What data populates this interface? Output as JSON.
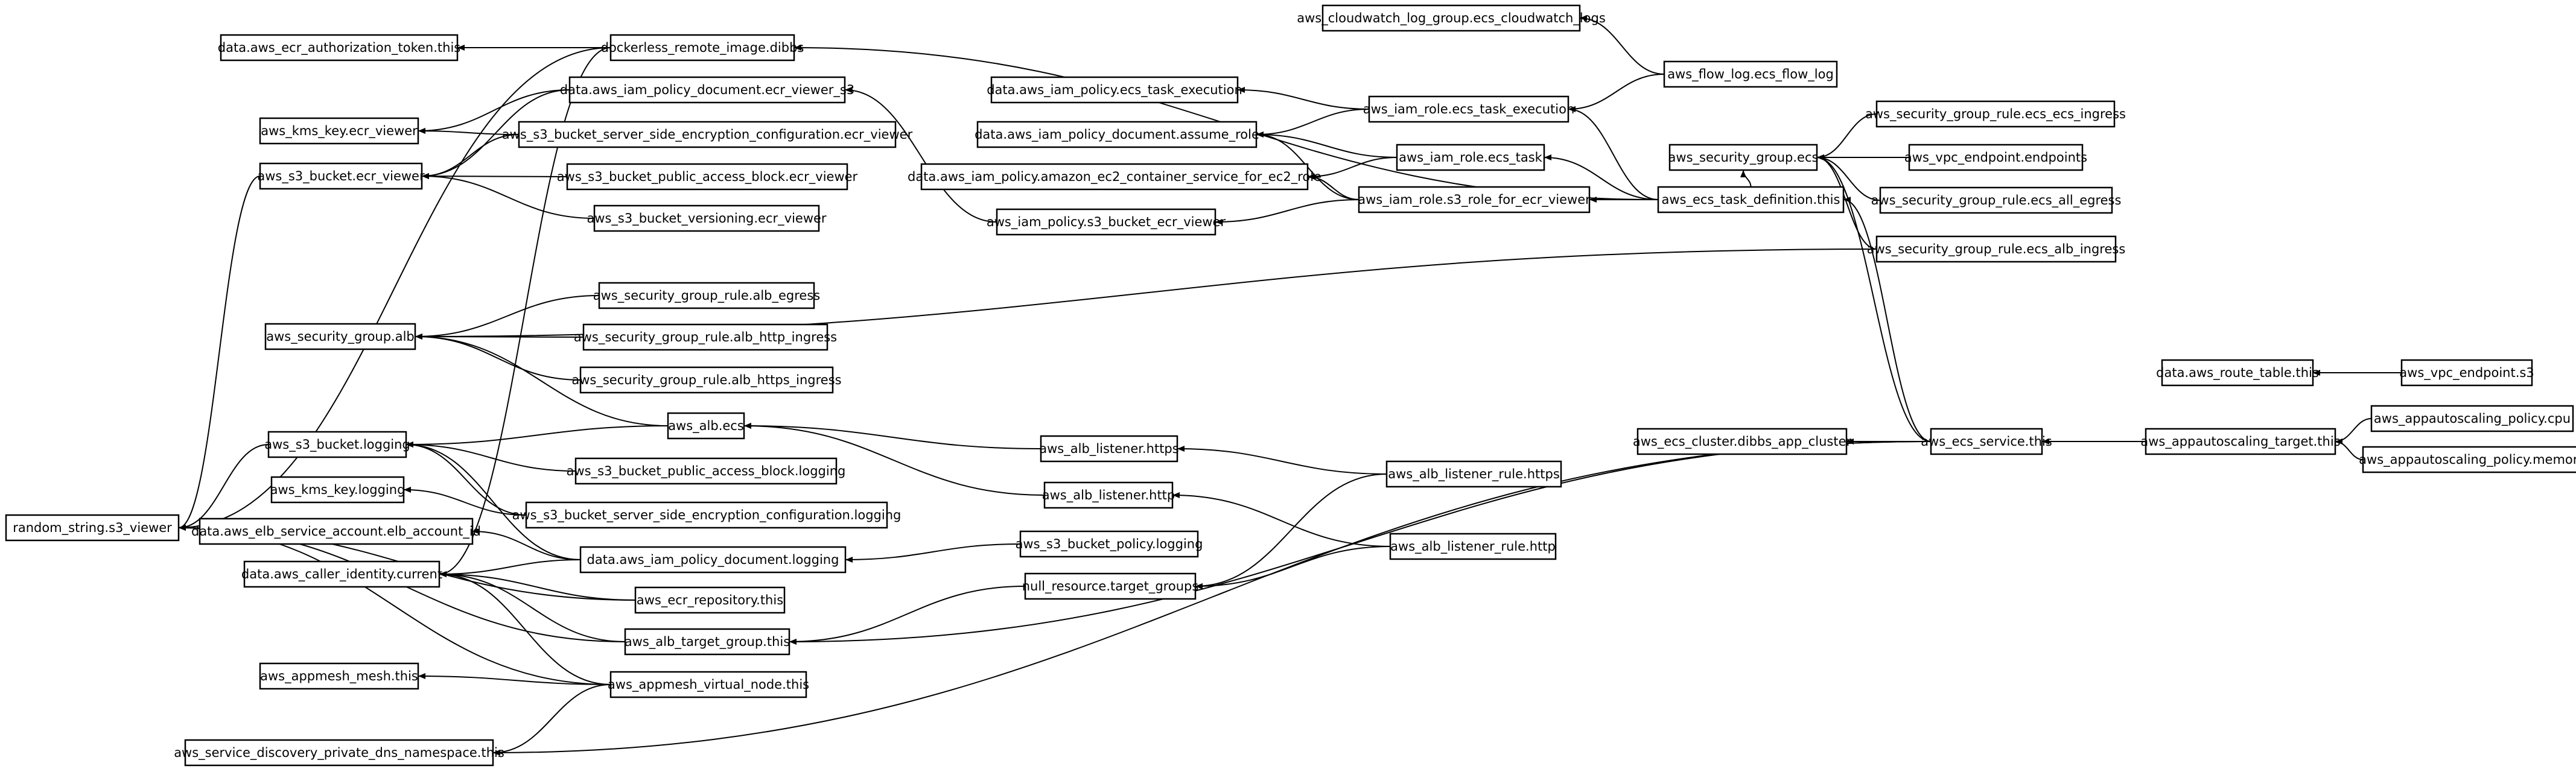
{
  "nodes": [
    {
      "id": "ecr_auth",
      "label": "data.aws_ecr_authorization_token.this"
    },
    {
      "id": "kms_ecr",
      "label": "aws_kms_key.ecr_viewer"
    },
    {
      "id": "s3_ecr",
      "label": "aws_s3_bucket.ecr_viewer"
    },
    {
      "id": "sg_alb",
      "label": "aws_security_group.alb"
    },
    {
      "id": "s3_logging",
      "label": "aws_s3_bucket.logging"
    },
    {
      "id": "kms_logging",
      "label": "aws_kms_key.logging"
    },
    {
      "id": "random_str",
      "label": "random_string.s3_viewer"
    },
    {
      "id": "elb_acct",
      "label": "data.aws_elb_service_account.elb_account_id"
    },
    {
      "id": "caller_id",
      "label": "data.aws_caller_identity.current"
    },
    {
      "id": "mesh",
      "label": "aws_appmesh_mesh.this"
    },
    {
      "id": "sd_ns",
      "label": "aws_service_discovery_private_dns_namespace.this"
    },
    {
      "id": "docker_img",
      "label": "dockerless_remote_image.dibbs"
    },
    {
      "id": "iam_doc_ecr",
      "label": "data.aws_iam_policy_document.ecr_viewer_s3"
    },
    {
      "id": "s3_sse_ecr",
      "label": "aws_s3_bucket_server_side_encryption_configuration.ecr_viewer"
    },
    {
      "id": "s3_pab_ecr",
      "label": "aws_s3_bucket_public_access_block.ecr_viewer"
    },
    {
      "id": "s3_ver_ecr",
      "label": "aws_s3_bucket_versioning.ecr_viewer"
    },
    {
      "id": "sgr_alb_egress",
      "label": "aws_security_group_rule.alb_egress"
    },
    {
      "id": "sgr_alb_http",
      "label": "aws_security_group_rule.alb_http_ingress"
    },
    {
      "id": "sgr_alb_https",
      "label": "aws_security_group_rule.alb_https_ingress"
    },
    {
      "id": "alb_ecs",
      "label": "aws_alb.ecs"
    },
    {
      "id": "s3_pab_logging",
      "label": "aws_s3_bucket_public_access_block.logging"
    },
    {
      "id": "s3_sse_logging",
      "label": "aws_s3_bucket_server_side_encryption_configuration.logging"
    },
    {
      "id": "iam_doc_logging",
      "label": "data.aws_iam_policy_document.logging"
    },
    {
      "id": "ecr_repo",
      "label": "aws_ecr_repository.this"
    },
    {
      "id": "alb_tg",
      "label": "aws_alb_target_group.this"
    },
    {
      "id": "vnode",
      "label": "aws_appmesh_virtual_node.this"
    },
    {
      "id": "iam_pol_ecs_exec",
      "label": "data.aws_iam_policy.ecs_task_execution"
    },
    {
      "id": "assume_role",
      "label": "data.aws_iam_policy_document.assume_role"
    },
    {
      "id": "ec2_role_pol",
      "label": "data.aws_iam_policy.amazon_ec2_container_service_for_ec2_role"
    },
    {
      "id": "iam_pol_s3",
      "label": "aws_iam_policy.s3_bucket_ecr_viewer"
    },
    {
      "id": "listener_https",
      "label": "aws_alb_listener.https"
    },
    {
      "id": "listener_http",
      "label": "aws_alb_listener.http"
    },
    {
      "id": "s3_policy_logging",
      "label": "aws_s3_bucket_policy.logging"
    },
    {
      "id": "null_tg",
      "label": "null_resource.target_groups"
    },
    {
      "id": "cw_log",
      "label": "aws_cloudwatch_log_group.ecs_cloudwatch_logs"
    },
    {
      "id": "role_exec",
      "label": "aws_iam_role.ecs_task_execution"
    },
    {
      "id": "role_task",
      "label": "aws_iam_role.ecs_task"
    },
    {
      "id": "role_s3",
      "label": "aws_iam_role.s3_role_for_ecr_viewer"
    },
    {
      "id": "rule_https",
      "label": "aws_alb_listener_rule.https"
    },
    {
      "id": "rule_http",
      "label": "aws_alb_listener_rule.http"
    },
    {
      "id": "flow_log",
      "label": "aws_flow_log.ecs_flow_log"
    },
    {
      "id": "task_def",
      "label": "aws_ecs_task_definition.this"
    },
    {
      "id": "cluster",
      "label": "aws_ecs_cluster.dibbs_app_cluster"
    },
    {
      "id": "sg_ecs",
      "label": "aws_security_group.ecs"
    },
    {
      "id": "ecs_service",
      "label": "aws_ecs_service.this"
    },
    {
      "id": "sgr_ecs_ingress",
      "label": "aws_security_group_rule.ecs_ecs_ingress"
    },
    {
      "id": "vpce_endpoints",
      "label": "aws_vpc_endpoint.endpoints"
    },
    {
      "id": "sgr_ecs_egress",
      "label": "aws_security_group_rule.ecs_all_egress"
    },
    {
      "id": "sgr_ecs_alb",
      "label": "aws_security_group_rule.ecs_alb_ingress"
    },
    {
      "id": "route_table",
      "label": "data.aws_route_table.this"
    },
    {
      "id": "vpce_s3",
      "label": "aws_vpc_endpoint.s3"
    },
    {
      "id": "as_target",
      "label": "aws_appautoscaling_target.this"
    },
    {
      "id": "as_cpu",
      "label": "aws_appautoscaling_policy.cpu"
    },
    {
      "id": "as_mem",
      "label": "aws_appautoscaling_policy.memory"
    }
  ],
  "edges": [
    [
      "docker_img",
      "ecr_auth"
    ],
    [
      "docker_img",
      "random_str"
    ],
    [
      "docker_img",
      "caller_id"
    ],
    [
      "iam_doc_ecr",
      "kms_ecr"
    ],
    [
      "iam_doc_ecr",
      "s3_ecr"
    ],
    [
      "s3_sse_ecr",
      "kms_ecr"
    ],
    [
      "s3_sse_ecr",
      "s3_ecr"
    ],
    [
      "s3_pab_ecr",
      "s3_ecr"
    ],
    [
      "s3_ver_ecr",
      "s3_ecr"
    ],
    [
      "s3_ecr",
      "random_str"
    ],
    [
      "sgr_alb_egress",
      "sg_alb"
    ],
    [
      "sgr_alb_http",
      "sg_alb"
    ],
    [
      "sgr_alb_https",
      "sg_alb"
    ],
    [
      "alb_ecs",
      "sg_alb"
    ],
    [
      "alb_ecs",
      "s3_logging"
    ],
    [
      "s3_logging",
      "random_str"
    ],
    [
      "s3_pab_logging",
      "s3_logging"
    ],
    [
      "s3_sse_logging",
      "s3_logging"
    ],
    [
      "s3_sse_logging",
      "kms_logging"
    ],
    [
      "iam_doc_logging",
      "elb_acct"
    ],
    [
      "iam_doc_logging",
      "caller_id"
    ],
    [
      "iam_doc_logging",
      "s3_logging"
    ],
    [
      "ecr_repo",
      "caller_id"
    ],
    [
      "ecr_repo",
      "random_str"
    ],
    [
      "alb_tg",
      "random_str"
    ],
    [
      "alb_tg",
      "caller_id"
    ],
    [
      "vnode",
      "mesh"
    ],
    [
      "vnode",
      "sd_ns"
    ],
    [
      "vnode",
      "caller_id"
    ],
    [
      "vnode",
      "random_str"
    ],
    [
      "iam_pol_s3",
      "iam_doc_ecr"
    ],
    [
      "listener_https",
      "alb_ecs"
    ],
    [
      "listener_http",
      "alb_ecs"
    ],
    [
      "s3_policy_logging",
      "iam_doc_logging"
    ],
    [
      "null_tg",
      "alb_tg"
    ],
    [
      "role_exec",
      "iam_pol_ecs_exec"
    ],
    [
      "role_exec",
      "assume_role"
    ],
    [
      "role_task",
      "assume_role"
    ],
    [
      "role_task",
      "ec2_role_pol"
    ],
    [
      "role_s3",
      "assume_role"
    ],
    [
      "role_s3",
      "ec2_role_pol"
    ],
    [
      "role_s3",
      "iam_pol_s3"
    ],
    [
      "rule_https",
      "listener_https"
    ],
    [
      "rule_https",
      "null_tg"
    ],
    [
      "rule_http",
      "listener_http"
    ],
    [
      "rule_http",
      "null_tg"
    ],
    [
      "flow_log",
      "cw_log"
    ],
    [
      "flow_log",
      "role_exec"
    ],
    [
      "task_def",
      "role_exec"
    ],
    [
      "task_def",
      "role_task"
    ],
    [
      "task_def",
      "role_s3"
    ],
    [
      "task_def",
      "docker_img"
    ],
    [
      "task_def",
      "sg_ecs"
    ],
    [
      "sgr_ecs_ingress",
      "sg_ecs"
    ],
    [
      "vpce_endpoints",
      "sg_ecs"
    ],
    [
      "sgr_ecs_egress",
      "sg_ecs"
    ],
    [
      "sgr_ecs_alb",
      "sg_ecs"
    ],
    [
      "sgr_ecs_alb",
      "sg_alb"
    ],
    [
      "ecs_service",
      "cluster"
    ],
    [
      "ecs_service",
      "task_def"
    ],
    [
      "ecs_service",
      "sg_ecs"
    ],
    [
      "ecs_service",
      "alb_tg"
    ],
    [
      "ecs_service",
      "sd_ns"
    ],
    [
      "vpce_s3",
      "route_table"
    ],
    [
      "as_target",
      "ecs_service"
    ],
    [
      "as_cpu",
      "as_target"
    ],
    [
      "as_mem",
      "as_target"
    ]
  ]
}
